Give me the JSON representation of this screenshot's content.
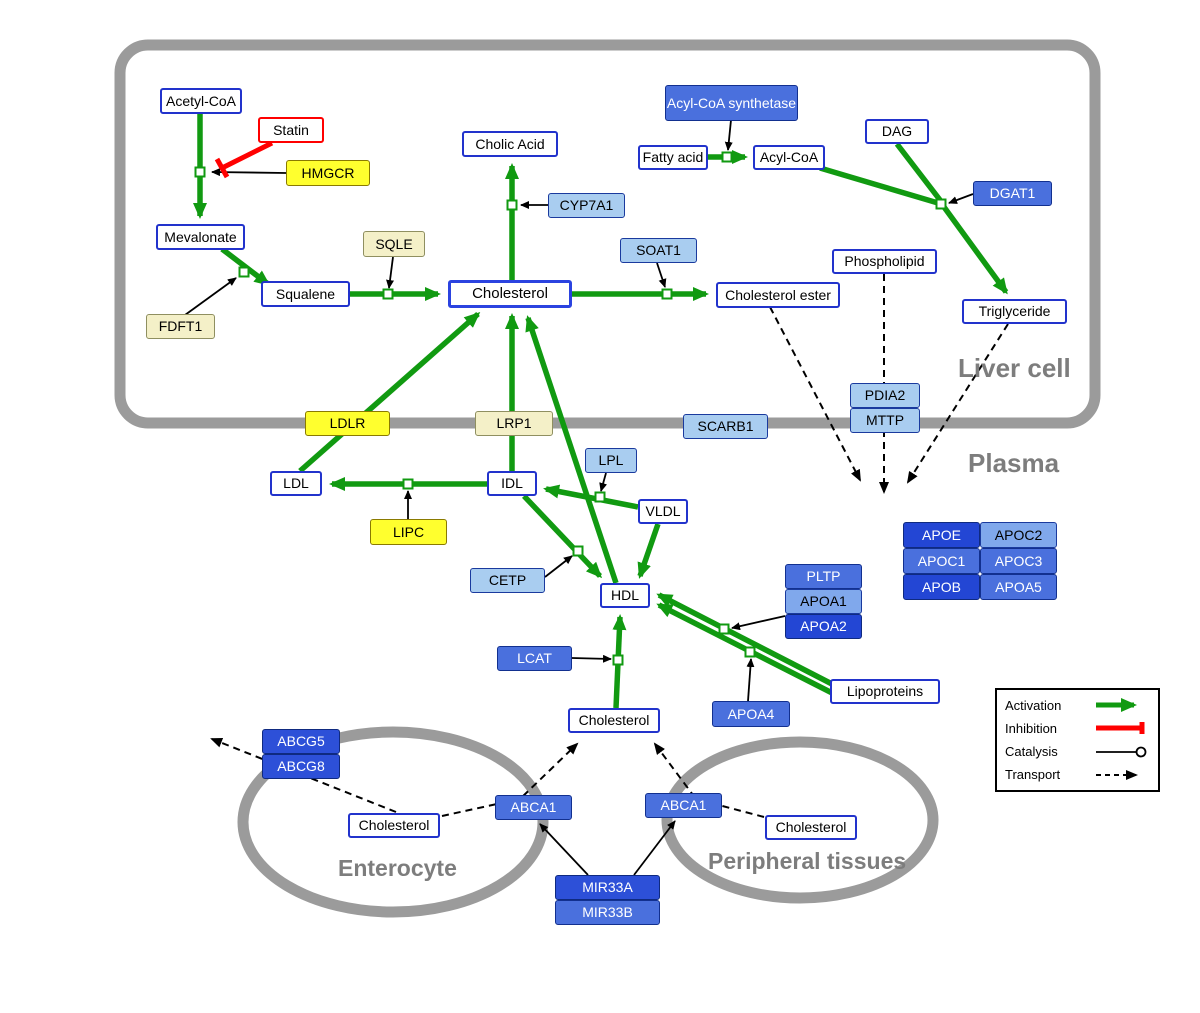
{
  "regions": {
    "liver": "Liver cell",
    "plasma": "Plasma",
    "enterocyte": "Enterocyte",
    "peripheral": "Peripheral tissues"
  },
  "legend": {
    "activation": "Activation",
    "inhibition": "Inhibition",
    "catalysis": "Catalysis",
    "transport": "Transport"
  },
  "colors": {
    "activation_green": "#119a11",
    "inhibition_red": "#ff0000",
    "membrane_gray": "#9b9b9b",
    "gene_dark_blue": "#2d50d8",
    "gene_medium_blue": "#4a70dd",
    "gene_light_blue": "#a9cdf0",
    "gene_lighter_blue": "#80a8ec",
    "enzyme_yellow": "#ffff2e",
    "enzyme_cream": "#f4f0c8",
    "metabolite_border_blue": "#2233cc"
  },
  "nodes": {
    "acetyl_coa": "Acetyl-CoA",
    "statin": "Statin",
    "hmgcr": "HMGCR",
    "mevalonate": "Mevalonate",
    "sqle": "SQLE",
    "fdft1": "FDFT1",
    "squalene": "Squalene",
    "cholesterol_liver": "Cholesterol",
    "cholic_acid": "Cholic Acid",
    "cyp7a1": "CYP7A1",
    "soat1": "SOAT1",
    "cholesterol_ester": "Cholesterol ester",
    "acyl_coa_synthetase": "Acyl-CoA synthetase",
    "fatty_acid": "Fatty acid",
    "acyl_coa": "Acyl-CoA",
    "dag": "DAG",
    "dgat1": "DGAT1",
    "phospholipid": "Phospholipid",
    "triglyceride": "Triglyceride",
    "pdia2": "PDIA2",
    "mttp": "MTTP",
    "ldlr": "LDLR",
    "lrp1": "LRP1",
    "scarb1": "SCARB1",
    "ldl": "LDL",
    "idl": "IDL",
    "lipc": "LIPC",
    "lpl": "LPL",
    "vldl": "VLDL",
    "cetp": "CETP",
    "hdl": "HDL",
    "lcat": "LCAT",
    "pltp": "PLTP",
    "apoa1": "APOA1",
    "apoa2": "APOA2",
    "apoa4": "APOA4",
    "lipoproteins": "Lipoproteins",
    "apoe": "APOE",
    "apoc2": "APOC2",
    "apoc1": "APOC1",
    "apoc3": "APOC3",
    "apob": "APOB",
    "apoa5": "APOA5",
    "cholesterol_plasma": "Cholesterol",
    "abcg5": "ABCG5",
    "abcg8": "ABCG8",
    "cholesterol_enterocyte": "Cholesterol",
    "abca1_enterocyte": "ABCA1",
    "abca1_peripheral": "ABCA1",
    "cholesterol_peripheral": "Cholesterol",
    "mir33a": "MIR33A",
    "mir33b": "MIR33B"
  }
}
